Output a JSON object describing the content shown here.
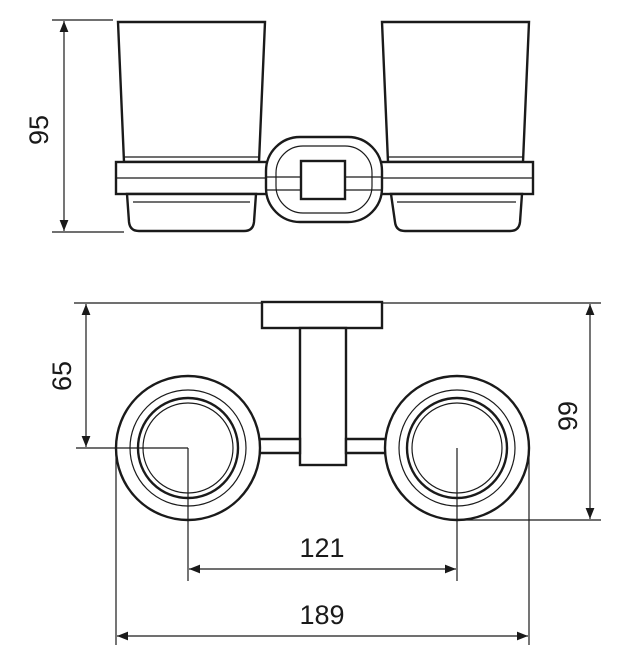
{
  "dimensions": {
    "height_top": "95",
    "offset_wall": "65",
    "depth": "99",
    "center_distance": "121",
    "total_width": "189"
  },
  "colors": {
    "line": "#1a1a1a",
    "background": "#ffffff"
  }
}
